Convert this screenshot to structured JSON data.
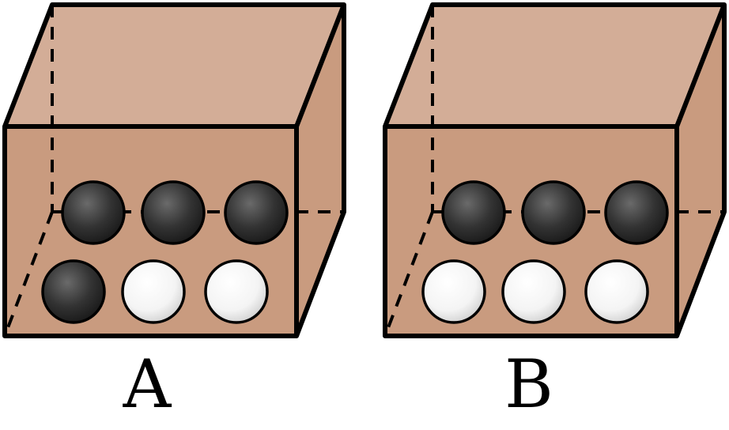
{
  "colors": {
    "box_top": "#d3ad97",
    "box_front": "#c99b7f",
    "box_side": "#c99b7f",
    "ball_black": "#2d2d2d",
    "ball_white": "#ffffff"
  },
  "boxes": [
    {
      "label": "A",
      "top_row": [
        "black",
        "black",
        "black"
      ],
      "bottom_row": [
        "black",
        "white",
        "white"
      ]
    },
    {
      "label": "B",
      "top_row": [
        "black",
        "black",
        "black"
      ],
      "bottom_row": [
        "white",
        "white",
        "white"
      ]
    }
  ]
}
